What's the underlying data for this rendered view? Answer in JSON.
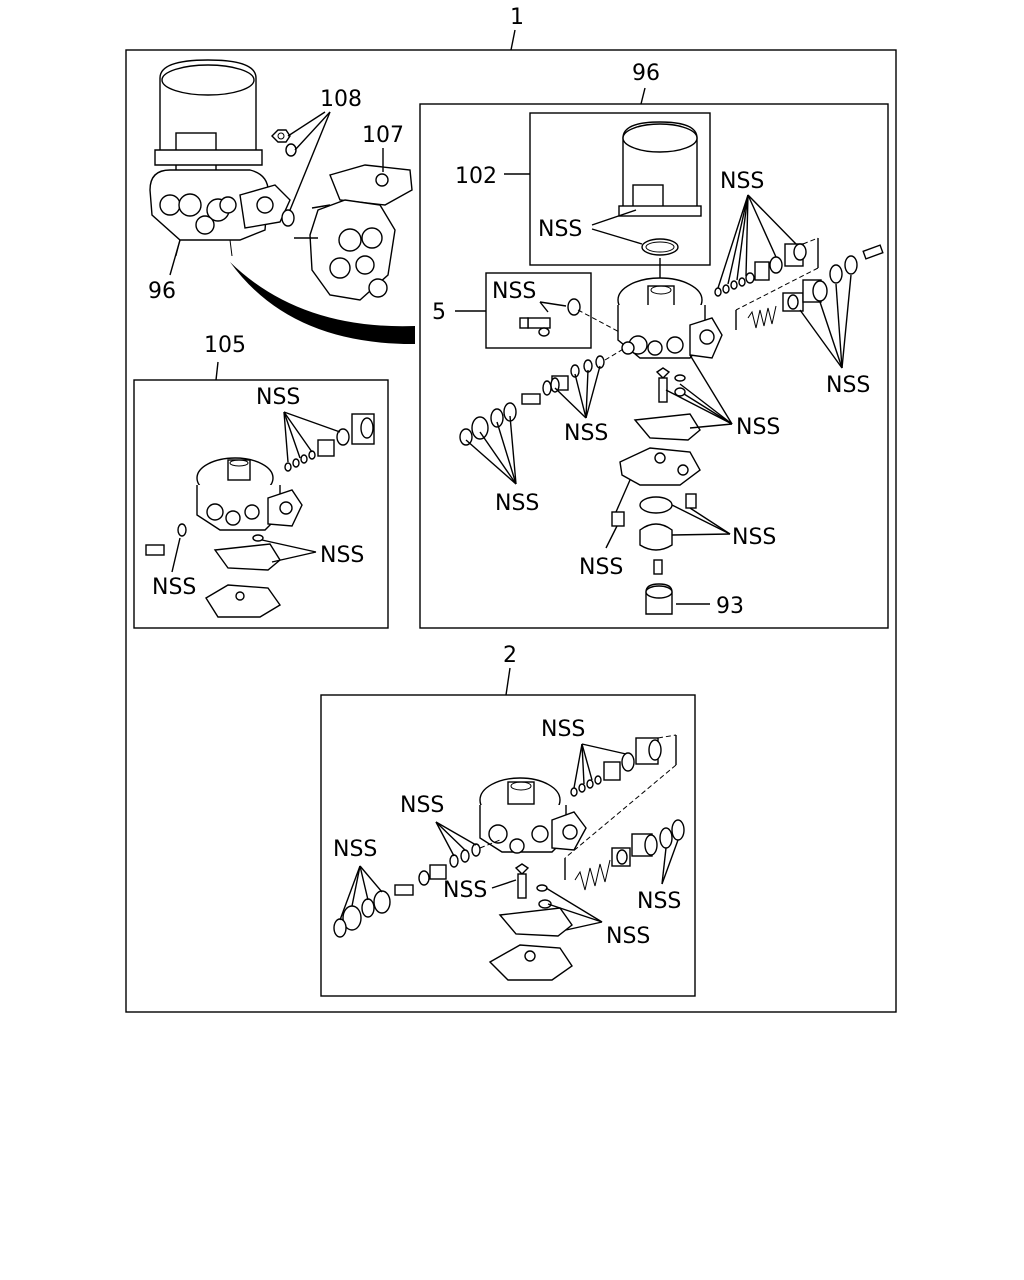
{
  "labels": {
    "assembly": "1",
    "dryer_main": "96",
    "dryer_small": "96",
    "nut": "108",
    "valve": "107",
    "cartridge": "102",
    "kit": "5",
    "housing_kit": "105",
    "heater": "93",
    "valve_kit": "2",
    "nss": "NSS"
  }
}
